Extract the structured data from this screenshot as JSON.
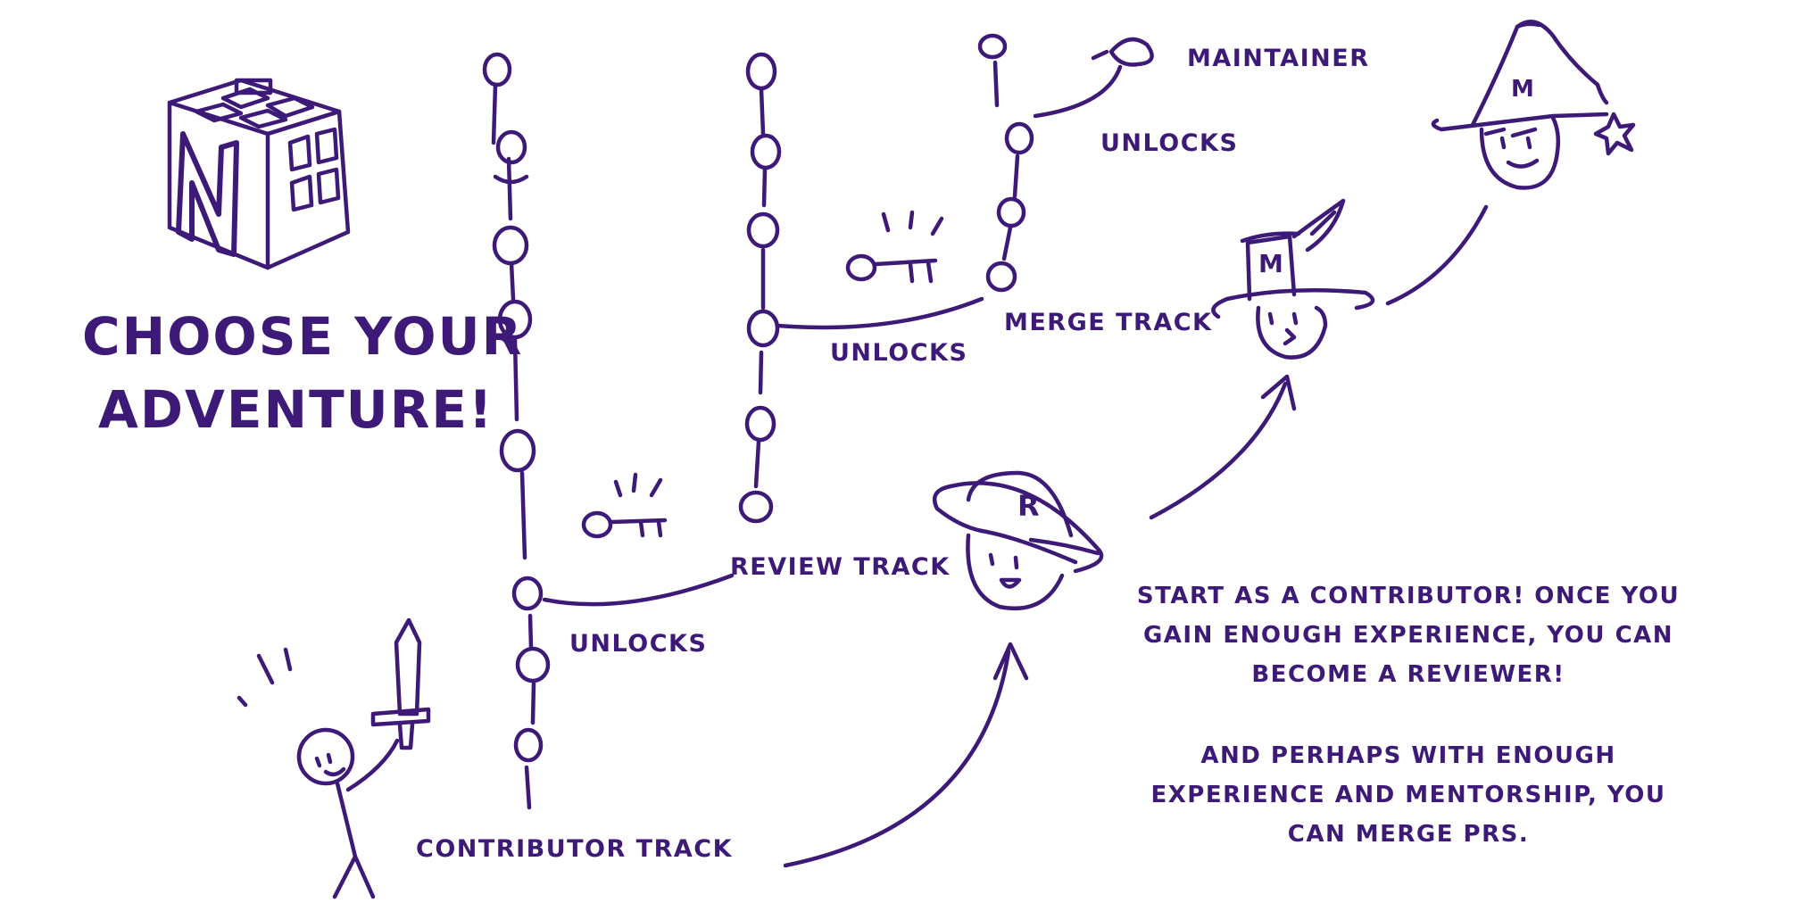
{
  "title": {
    "line1": "CHOOSE YOUR",
    "line2": "ADVENTURE!"
  },
  "logo": {
    "icon": "cube-n-logo-icon"
  },
  "tracks": {
    "contributor": "CONTRIBUTOR TRACK",
    "review": "REVIEW TRACK",
    "merge": "MERGE TRACK",
    "maintainer": "MAINTAINER"
  },
  "unlocks": {
    "contributor_to_review": "UNLOCKS",
    "review_to_merge": "UNLOCKS",
    "merge_to_maintainer": "UNLOCKS"
  },
  "characters": {
    "reviewer_hat_letter": "R",
    "merger_hat_letter": "M",
    "maintainer_hat_letter": "M"
  },
  "description": {
    "paragraph1": [
      "START AS A CONTRIBUTOR! ONCE YOU",
      "GAIN ENOUGH EXPERIENCE, YOU CAN",
      "BECOME A REVIEWER!"
    ],
    "paragraph2": [
      "AND PERHAPS WITH ENOUGH",
      "EXPERIENCE AND MENTORSHIP, YOU",
      "CAN MERGE PRS."
    ]
  },
  "colors": {
    "ink": "#3d1a78",
    "background": "#ffffff"
  }
}
